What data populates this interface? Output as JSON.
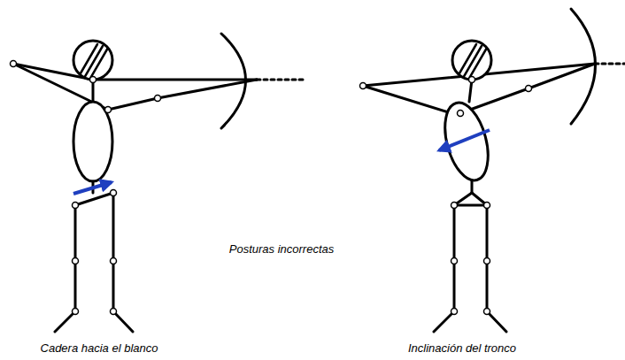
{
  "diagram": {
    "labels": [
      "Cadera hacia el blanco",
      "Posturas incorrectas",
      "Inclinación del tronco"
    ]
  }
}
